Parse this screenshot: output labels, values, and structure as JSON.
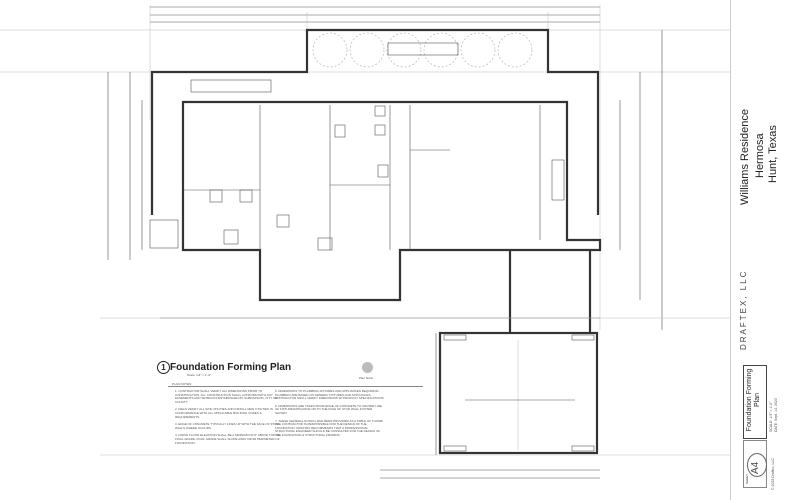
{
  "project": {
    "name": "Williams Residence",
    "subdivision": "Hermosa",
    "location": "Hunt, Texas"
  },
  "company": {
    "name": "DRAFTEX, LLC"
  },
  "sheet": {
    "title": "Foundation Forming Plan",
    "scale_label": "SCALE: 1/4\" = 1'-0\"",
    "date_label": "DATE: Sept. 14, 2023",
    "sheet_label": "SHEET",
    "number": "A4",
    "copyright": "© 2023 Draftex, LLC"
  },
  "plan": {
    "number": "1",
    "title": "Foundation Forming Plan",
    "scale": "Scale: 1/4\" = 1'-0\"",
    "notes_label": "PLAN NOTES:",
    "north_label": "Plan North",
    "notes": [
      "1. CONTRACTOR SHALL VERIFY ALL DIMENSIONS PRIOR TO CONSTRUCTION. ALL CONSTRUCTION SHALL CONFORM WITH ANY EASEMENTS AND SETBACKS ESTABLISHED BY SUBDIVISION, CITY OR COUNTY.",
      "2. FIELD VERIFY ALL SITE UTILITIES AND INSTALL NEW UTILITIES IN CONFORMANCE WITH ALL APPLICABLE BUILDING CODES & REQUIREMENTS.",
      "3. EDGE OF CONCRETE TYPICALLY LINES UP WITH THE FACE OF STUD WALLS WHERE OCCURS.",
      "4. FINISH FLOOR ELEVATION SHALL BE A MINIMUM OF 8\" ABOVE TOP OF FINAL GRADE. FINAL GRADE SHALL SLOPE AWAY FROM PERIMETER OF FOUNDATION.",
      "5. DIMENSIONS TO PLUMBING FIXTURES AND APPLIANCES REQUIRING PLUMBING ARE BASED ON GENERIC FIXTURES AND APPLIANCES. CONTRACTOR SHALL VERIFY DIMENSIONS W/ PRODUCT SPECIFICATIONS.",
      "6. DIMENSIONS ARE TAKEN FROM EDGE OF CONCRETE TO CENTER LINE OF FIXTURE/APPLIANCE OR TO THE FACE OF STUD WALL FOOTER SHOWN.",
      "7. THESE GENERAL NOTES HAVE BEEN PROVIDED AS A TABLE OF THUMB. THE CONTRACTOR IS RESPONSIBLE FOR THE DESIGN OF THE FOUNDATION. DRAFTEX RECOMMENDS THAT A PROFESSIONAL STRUCTURAL ENGINEER SHOULD BE CONSULTED FOR THE DESIGN OF THE FOUNDATION & STRUCTURAL FRAMING."
    ]
  },
  "colors": {
    "line": "#333333",
    "guide": "#bbbbbb"
  }
}
